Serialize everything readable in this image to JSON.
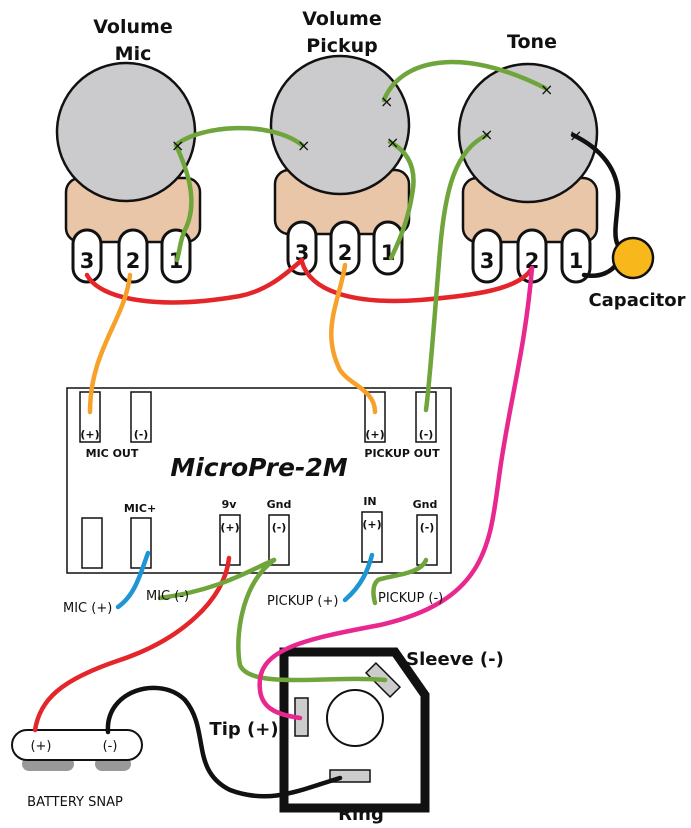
{
  "pots": [
    {
      "title_line1": "Volume",
      "title_line2": "Mic",
      "lugs": [
        "3",
        "2",
        "1"
      ]
    },
    {
      "title_line1": "Volume",
      "title_line2": "Pickup",
      "lugs": [
        "3",
        "2",
        "1"
      ]
    },
    {
      "title_line1": "Tone",
      "title_line2": "",
      "lugs": [
        "3",
        "2",
        "1"
      ]
    }
  ],
  "capacitor_label": "Capacitor",
  "board": {
    "title": "MicroPre-2M",
    "top_pins": [
      {
        "label": "(+)"
      },
      {
        "label": "(-)"
      },
      {
        "label": "(+)"
      },
      {
        "label": "(-)"
      }
    ],
    "top_group_labels": {
      "mic_out": "MIC OUT",
      "pickup_out": "PICKUP OUT"
    },
    "bottom_pins": [
      {
        "header": "",
        "label": ""
      },
      {
        "header": "MIC+",
        "label": ""
      },
      {
        "header": "9v",
        "label": "(+)"
      },
      {
        "header": "Gnd",
        "label": "(-)"
      },
      {
        "header": "IN",
        "label": "(+)"
      },
      {
        "header": "Gnd",
        "label": "(-)"
      }
    ]
  },
  "wire_labels": {
    "mic_plus": "MIC (+)",
    "mic_minus": "MIC (-)",
    "pickup_plus": "PICKUP (+)",
    "pickup_minus": "PICKUP (-)"
  },
  "jack": {
    "sleeve": "Sleeve (-)",
    "tip": "Tip (+)",
    "ring": "Ring"
  },
  "battery": {
    "plus": "(+)",
    "minus": "(-)",
    "label": "BATTERY SNAP"
  },
  "colors": {
    "red": "#e4262b",
    "orange": "#f7a12a",
    "green": "#6fa53a",
    "pink": "#e8288f",
    "blue": "#1f96d4",
    "black": "#111111",
    "pot_body": "#cbcbcd",
    "pot_base": "#e9c6a8",
    "capacitor": "#f8b81c"
  }
}
